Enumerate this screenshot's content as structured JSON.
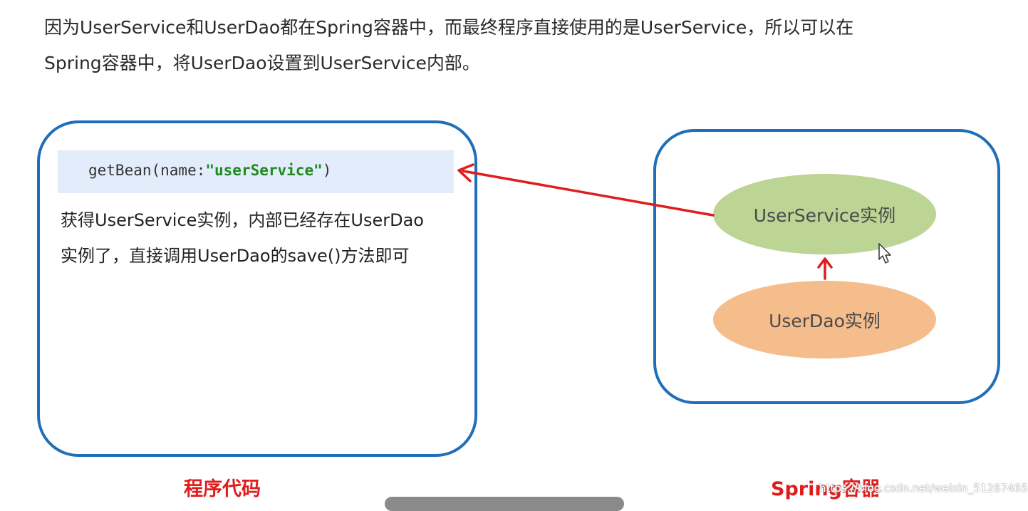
{
  "intro": {
    "line1": "因为UserService和UserDao都在Spring容器中，而最终程序直接使用的是UserService，所以可以在",
    "line2": "Spring容器中，将UserDao设置到UserService内部。"
  },
  "code_panel": {
    "code_prefix": "getBean(name:",
    "code_string": "\"userService\"",
    "code_suffix": ")",
    "desc_line1": "获得UserService实例，内部已经存在UserDao",
    "desc_line2": "实例了，直接调用UserDao的save()方法即可",
    "caption": "程序代码"
  },
  "spring_panel": {
    "service_node": "UserService实例",
    "dao_node": "UserDao实例",
    "caption": "Spring容器"
  },
  "watermark": "https://blog.csdn.net/weixin_51267465",
  "colors": {
    "box_border": "#1f6fb8",
    "arrow": "#e01c1c",
    "service_fill": "#bcd494",
    "dao_fill": "#f5bc8c",
    "code_bg": "#e3ecfb",
    "code_string": "#1d8c1d"
  }
}
